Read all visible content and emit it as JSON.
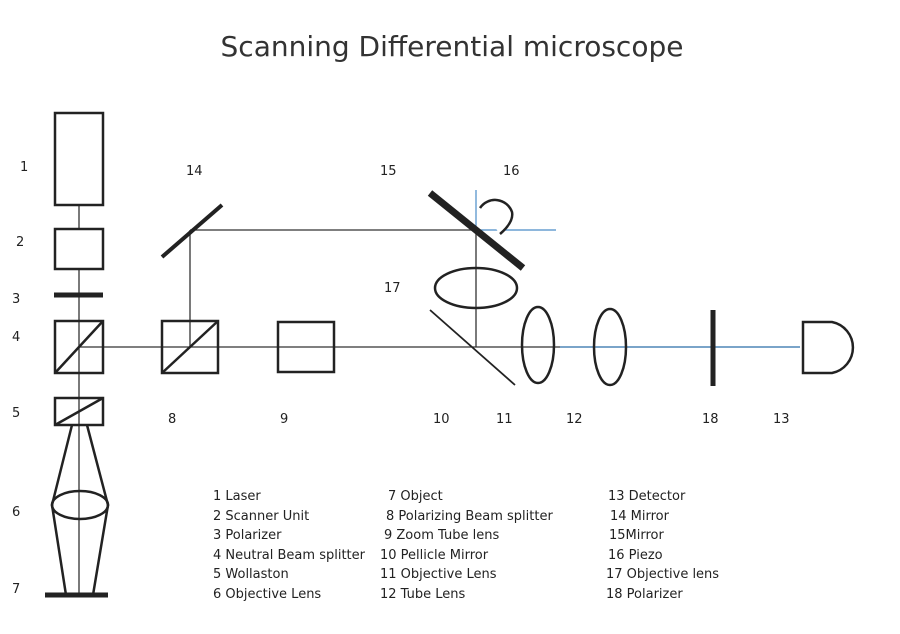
{
  "title": "Scanning   Differential microscope",
  "colors": {
    "line": "#222222",
    "beam_blue": "#4a8cc8"
  },
  "labels": {
    "n1": "1",
    "n2": "2",
    "n3": "3",
    "n4": "4",
    "n5": "5",
    "n6": "6",
    "n7": "7",
    "n8": "8",
    "n9": "9",
    "n10": "10",
    "n11": "11",
    "n12": "12",
    "n13": "13",
    "n14": "14",
    "n15": "15",
    "n16": "16",
    "n17": "17",
    "n18": "18"
  },
  "legend": [
    [
      "1 Laser",
      "2 Scanner Unit",
      "3 Polarizer",
      "4 Neutral Beam splitter",
      "5 Wollaston",
      "6 Objective Lens"
    ],
    [
      "7 Object",
      "8 Polarizing Beam splitter",
      "9 Zoom Tube lens",
      "10 Pellicle Mirror",
      "11 Objective Lens",
      "12 Tube Lens"
    ],
    [
      "13 Detector",
      "14 Mirror",
      "15Mirror",
      "16 Piezo",
      "17 Objective lens",
      "18 Polarizer"
    ]
  ]
}
